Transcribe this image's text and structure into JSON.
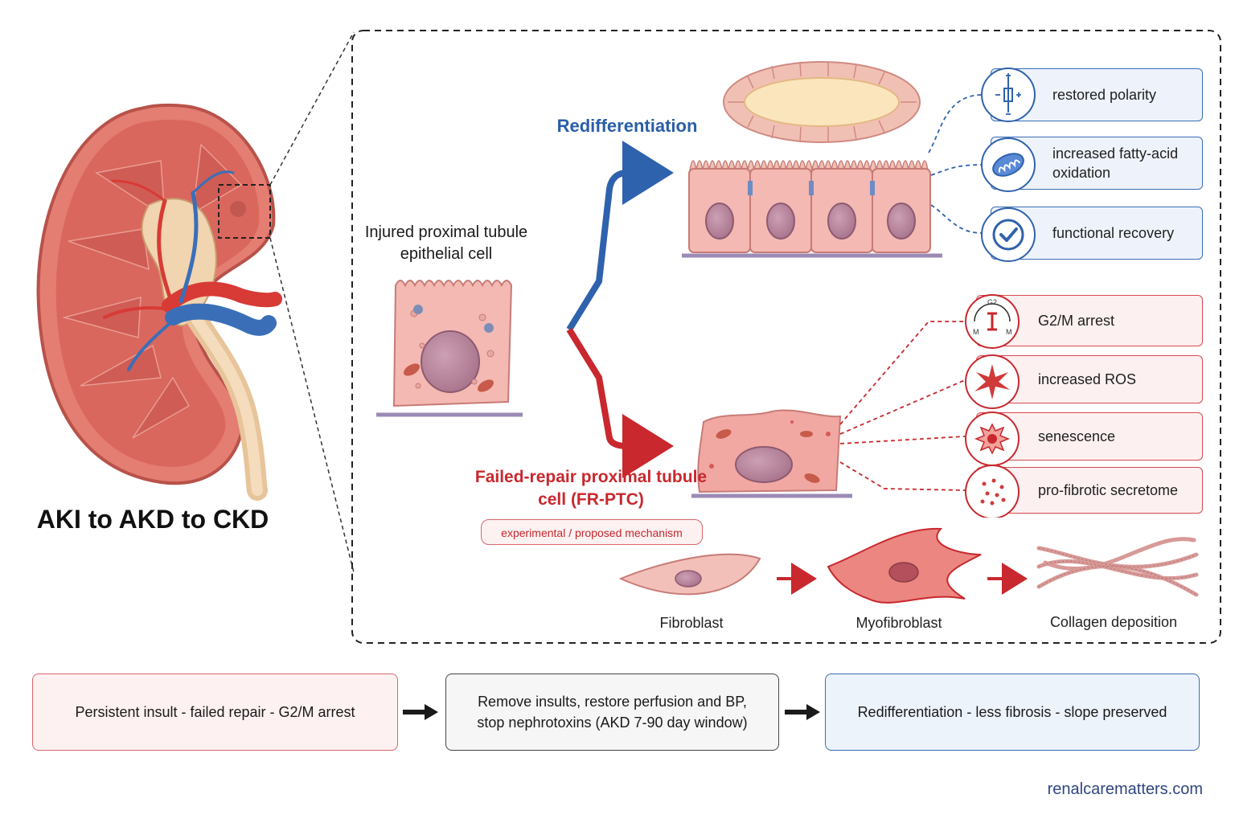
{
  "title": "AKI to AKD to CKD",
  "injured_cell_label": "Injured proximal tubule epithelial cell",
  "redifferentiation_label": "Redifferentiation",
  "failed_repair_label": "Failed-repair proximal tubule cell (FR-PTC)",
  "experimental_badge": "experimental / proposed mechanism",
  "recovery_features": [
    {
      "label": "restored polarity",
      "icon": "polarity-icon"
    },
    {
      "label": "increased fatty-acid oxidation",
      "icon": "mitochondrion-icon"
    },
    {
      "label": "functional recovery",
      "icon": "checkmark-icon"
    }
  ],
  "failed_features": [
    {
      "label": "G2/M arrest",
      "icon": "cell-cycle-arrest-icon",
      "icon_text": {
        "top": "G2",
        "left": "M",
        "right": "M"
      }
    },
    {
      "label": "increased ROS",
      "icon": "ros-burst-icon"
    },
    {
      "label": "senescence",
      "icon": "senescent-cell-icon"
    },
    {
      "label": "pro-fibrotic secretome",
      "icon": "secretome-dots-icon"
    }
  ],
  "fibrosis_steps": [
    "Fibroblast",
    "Myofibroblast",
    "Collagen deposition"
  ],
  "bottom_flow": [
    "Persistent insult - failed repair - G2/M arrest",
    "Remove insults, restore perfusion and BP, stop nephrotoxins (AKD 7-90 day window)",
    "Redifferentiation - less fibrosis - slope preserved"
  ],
  "source": "renalcarematters.com",
  "colors": {
    "blue": "#2a5ea8",
    "red": "#c8282e",
    "cell_pink": "#f3b9b2",
    "nucleus": "#b27e97",
    "artery": "#d73b34",
    "vein": "#3a6fb8"
  }
}
